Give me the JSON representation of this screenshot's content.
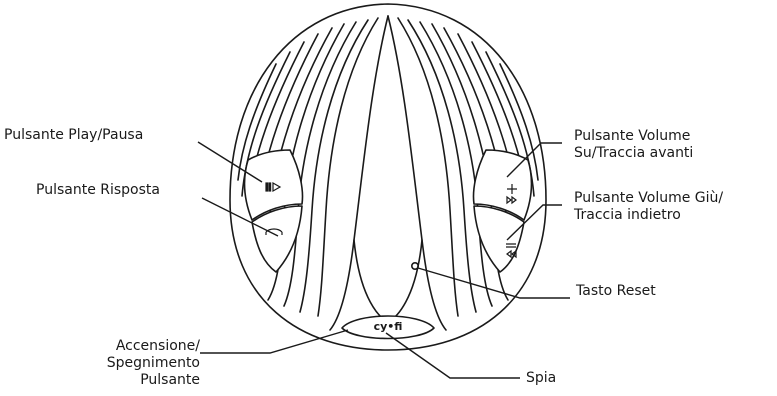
{
  "labels": {
    "play_pause": "Pulsante Play/Pausa",
    "answer": "Pulsante Risposta",
    "volume_up": [
      "Pulsante Volume",
      "Su/Traccia avanti"
    ],
    "volume_down": [
      "Pulsante Volume Giù/",
      "Traccia indietro"
    ],
    "reset": "Tasto Reset",
    "power": [
      "Accensione/",
      "Spegnimento",
      "Pulsante"
    ],
    "led": "Spia"
  },
  "logo_text": "cy•fi"
}
